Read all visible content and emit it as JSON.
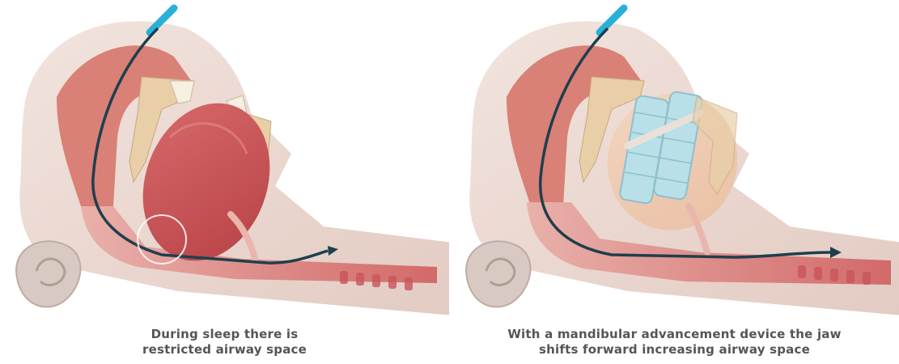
{
  "panels": [
    {
      "id": "restricted",
      "caption_line1": "During sleep there is",
      "caption_line2": "restricted airway space"
    },
    {
      "id": "advanced",
      "caption_line1": "With a mandibular advancement device the jaw",
      "caption_line2": "shifts forward increasing airway space"
    }
  ],
  "colors": {
    "tissue": "#c8565a",
    "tissue_light": "#e7a9a4",
    "skin": "#ead9d2",
    "bone": "#e8cfa8",
    "tube": "#2ab0d8",
    "path": "#1f3f4d",
    "device": "#b9dfe8"
  }
}
